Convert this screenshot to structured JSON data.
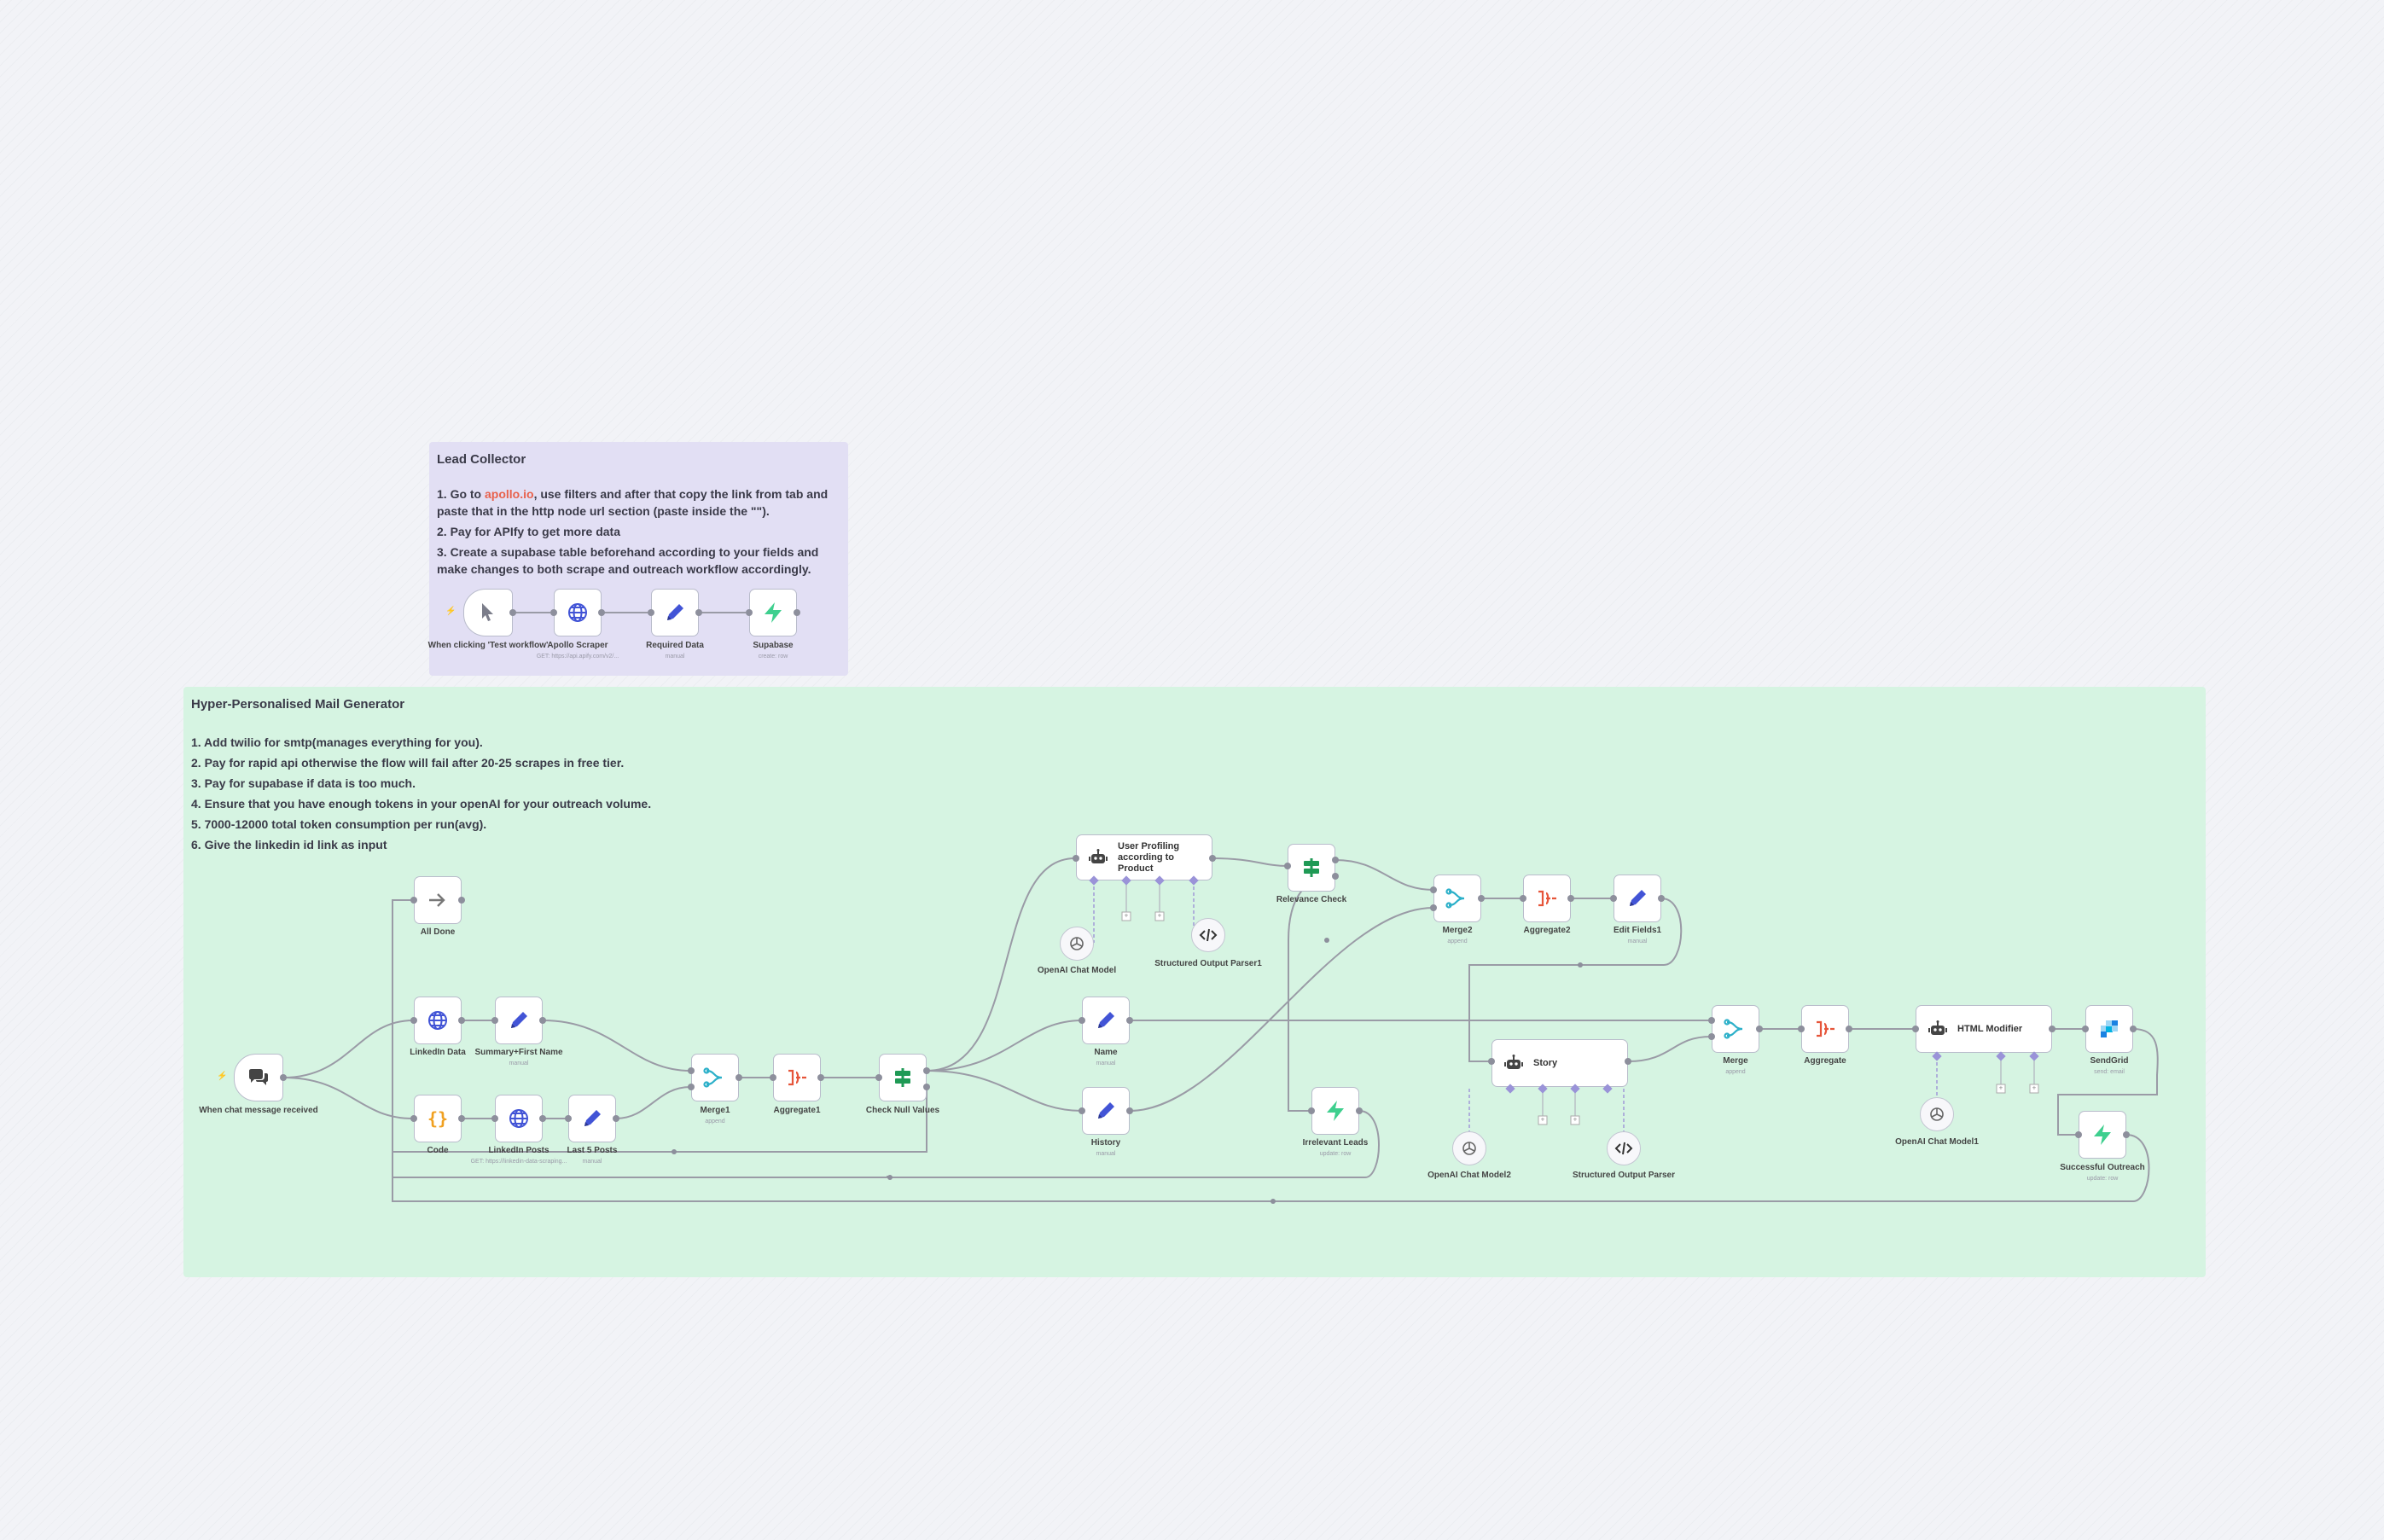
{
  "notes": {
    "lead": {
      "title": "Lead Collector",
      "line1_prefix": "1. Go to ",
      "line1_link": "apollo.io",
      "line1_rest": ", use filters and after that copy the link from tab and paste that in the http node url section (paste inside the \"\").",
      "line2": "2. Pay for APIfy to get more data",
      "line3": "3. Create a supabase table beforehand according to your fields and make changes to both scrape and outreach workflow accordingly."
    },
    "mail": {
      "title": "Hyper-Personalised Mail Generator",
      "lines": [
        "1. Add twilio for smtp(manages everything for you).",
        "2. Pay for rapid api otherwise the flow will fail after 20-25 scrapes in free tier.",
        "3. Pay for supabase if data is too much.",
        "4. Ensure that you have enough tokens in your openAI for your outreach volume.",
        "5. 7000-12000 total token consumption per run(avg).",
        "6. Give the linkedin id link as input"
      ]
    }
  },
  "nodes": {
    "manual_trigger": {
      "label": "When clicking 'Test workflow'",
      "icon": "cursor-icon"
    },
    "apollo_scraper": {
      "label": "Apollo Scraper",
      "sub": "GET: https://api.apify.com/v2/...",
      "icon": "globe-icon"
    },
    "required_data": {
      "label": "Required Data",
      "sub": "manual",
      "icon": "pencil-icon"
    },
    "supabase": {
      "label": "Supabase",
      "sub": "create: row",
      "icon": "bolt-icon"
    },
    "chat_trigger": {
      "label": "When chat message received",
      "icon": "chat-icon"
    },
    "all_done": {
      "label": "All Done",
      "icon": "arrow-icon"
    },
    "linkedin_data": {
      "label": "LinkedIn Data",
      "icon": "globe-icon"
    },
    "summary_first_name": {
      "label": "Summary+First Name",
      "sub": "manual",
      "icon": "pencil-icon"
    },
    "code": {
      "label": "Code",
      "icon": "braces-icon"
    },
    "linkedin_posts": {
      "label": "LinkedIn Posts",
      "sub": "GET: https://linkedin-data-scraping...",
      "icon": "globe-icon"
    },
    "last5_posts": {
      "label": "Last 5 Posts",
      "sub": "manual",
      "icon": "pencil-icon"
    },
    "merge1": {
      "label": "Merge1",
      "sub": "append",
      "icon": "merge-icon"
    },
    "aggregate1": {
      "label": "Aggregate1",
      "icon": "aggregate-icon"
    },
    "check_null": {
      "label": "Check Null Values",
      "icon": "if-icon"
    },
    "user_profiling": {
      "label": "User Profiling according to Product",
      "icon": "robot-icon"
    },
    "openai_model": {
      "label": "OpenAI Chat Model",
      "icon": "openai-icon"
    },
    "structured_parser1": {
      "label": "Structured Output Parser1",
      "icon": "code-icon"
    },
    "relevance_check": {
      "label": "Relevance Check",
      "icon": "if-icon"
    },
    "name": {
      "label": "Name",
      "sub": "manual",
      "icon": "pencil-icon"
    },
    "history": {
      "label": "History",
      "sub": "manual",
      "icon": "pencil-icon"
    },
    "irrelevant_leads": {
      "label": "Irrelevant Leads",
      "sub": "update: row",
      "icon": "bolt-icon"
    },
    "merge2": {
      "label": "Merge2",
      "sub": "append",
      "icon": "merge-icon"
    },
    "aggregate2": {
      "label": "Aggregate2",
      "icon": "aggregate-icon"
    },
    "edit_fields1": {
      "label": "Edit Fields1",
      "sub": "manual",
      "icon": "pencil-icon"
    },
    "story": {
      "label": "Story",
      "icon": "robot-icon"
    },
    "openai_model2": {
      "label": "OpenAI Chat Model2",
      "icon": "openai-icon"
    },
    "structured_parser": {
      "label": "Structured Output Parser",
      "icon": "code-icon"
    },
    "merge": {
      "label": "Merge",
      "sub": "append",
      "icon": "merge-icon"
    },
    "aggregate": {
      "label": "Aggregate",
      "icon": "aggregate-icon"
    },
    "html_modifier": {
      "label": "HTML Modifier",
      "icon": "robot-icon"
    },
    "openai_model1": {
      "label": "OpenAI Chat Model1",
      "icon": "openai-icon"
    },
    "sendgrid": {
      "label": "SendGrid",
      "sub": "send: email",
      "icon": "sendgrid-icon"
    },
    "successful_outreach": {
      "label": "Successful Outreach",
      "sub": "update: row",
      "icon": "bolt-icon"
    }
  },
  "colors": {
    "accent_blue": "#4254d6",
    "supabase_green": "#3ecf8e",
    "if_green": "#1f9a55",
    "aggregate_red": "#e6553a",
    "code_orange": "#f0a020",
    "merge_teal": "#2cb0c9",
    "link_red": "#e8614c"
  }
}
